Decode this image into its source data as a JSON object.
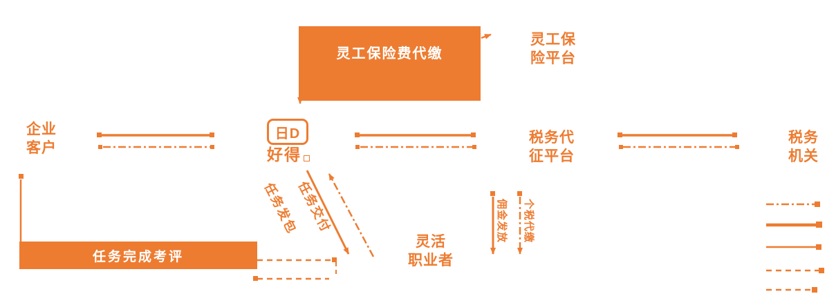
{
  "colors": {
    "accent": "#ED7C31"
  },
  "diagram": {
    "insurance_box": {
      "label": "灵工保险费代缴"
    },
    "insurance_platform": {
      "line1": "灵工保",
      "line2": "险平台"
    },
    "enterprise": {
      "line1": "企业",
      "line2": "客户"
    },
    "logo": {
      "icon_glyph": "日D",
      "name": "好得"
    },
    "tax_agency": {
      "line1": "税务代",
      "line2": "征平台"
    },
    "tax_authority": {
      "line1": "税务",
      "line2": "机关"
    },
    "flexible_worker": {
      "line1": "灵活",
      "line2": "职业者"
    },
    "evaluation": {
      "label": "任务完成考评"
    },
    "edge_labels": {
      "task_dispatch": "任务发包",
      "task_deliver": "任务交付",
      "commission_payment": "佣金发放",
      "tax_withholding": "个税代缴"
    }
  }
}
